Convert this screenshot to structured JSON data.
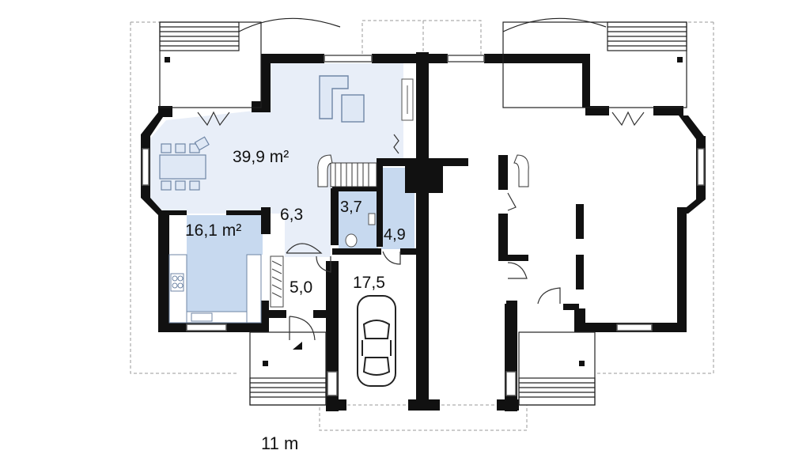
{
  "colors": {
    "wall": "#111111",
    "room_fill": "#e8eef8",
    "room_fill_blue": "#c7d9ef",
    "dashed": "#9a9a9a",
    "furniture": "#6f86a6",
    "furniture_fill": "#dfe8f5"
  },
  "rooms": {
    "living": "39,9 m²",
    "kitchen": "16,1 m²",
    "hall": "6,3",
    "wc": "3,7",
    "utility": "4,9",
    "entrance": "5,0",
    "garage": "17,5"
  },
  "scale_label": "11 m"
}
